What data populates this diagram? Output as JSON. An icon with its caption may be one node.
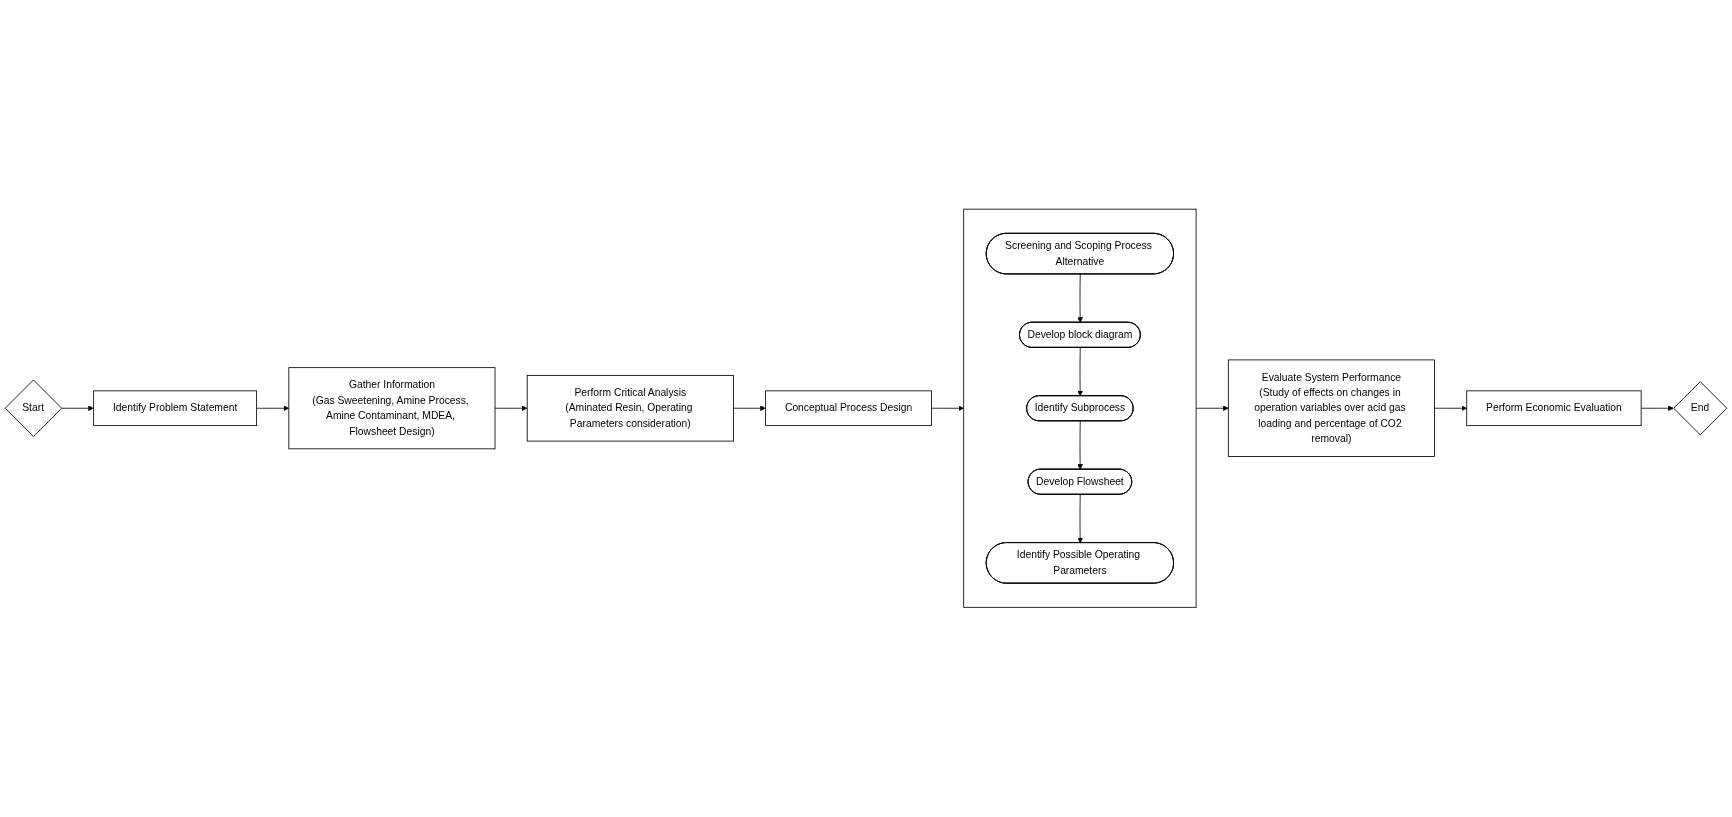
{
  "diagram": {
    "nodes": [
      {
        "text": [
          "Start"
        ]
      },
      {
        "text": [
          "Identify Problem Statement"
        ]
      },
      {
        "text": [
          "Gather Information",
          "(Gas Sweetening, Amine Process, Amine Contaminant, MDEA, Flowsheet Design)"
        ]
      },
      {
        "text": [
          "Perform Critical Analysis",
          "(Aminated Resin, Operating Parameters consideration)"
        ]
      },
      {
        "text": [
          "Conceptual Process Design"
        ]
      },
      {
        "text": [],
        "shape": "box"
      },
      {
        "text": [
          "Screening and Scoping Process Alternative"
        ],
        "in": 5
      },
      {
        "text": [
          "Develop block diagram"
        ],
        "in": 5
      },
      {
        "text": [
          "Identify Subprocess"
        ],
        "in": 5
      },
      {
        "text": [
          "Develop Flowsheet"
        ],
        "in": 5
      },
      {
        "text": [
          "Identify Possible Operating Parameters"
        ],
        "in": 5
      },
      {
        "text": [
          "Evaluate System Performance",
          "(Study of effects on changes in operation variables over acid gas loading and percentage of CO2 removal)"
        ]
      },
      {
        "text": [
          "Perform Economic Evaluation"
        ]
      },
      {
        "text": [
          "End"
        ]
      }
    ],
    "edges": [
      {
        "from": 0,
        "to": 1,
        "arrow": "to"
      },
      {
        "from": 1,
        "to": 2,
        "arrow": "to"
      },
      {
        "from": 2,
        "to": 3,
        "arrow": "to"
      },
      {
        "from": 3,
        "to": 4,
        "arrow": "to"
      },
      {
        "from": 4,
        "to": 5,
        "arrow": "to"
      },
      {
        "from": 6,
        "to": 7,
        "arrow": "to"
      },
      {
        "from": 7,
        "to": 8,
        "arrow": "to"
      },
      {
        "from": 8,
        "to": 9,
        "arrow": "to"
      },
      {
        "from": 9,
        "to": 10,
        "arrow": "to"
      },
      {
        "from": 5,
        "to": 11,
        "arrow": "to"
      },
      {
        "from": 11,
        "to": 12,
        "arrow": "to"
      },
      {
        "from": 12,
        "to": 13,
        "arrow": "to"
      }
    ]
  }
}
